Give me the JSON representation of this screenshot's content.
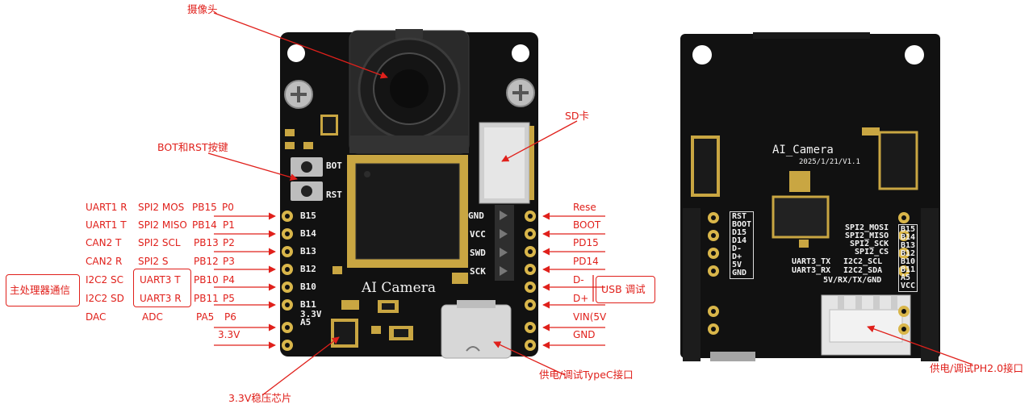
{
  "callouts": {
    "camera": "摄像头",
    "sd_card": "SD卡",
    "boot_rst_keys": "BOT和RST按键",
    "main_processor": "主处理器通信",
    "usb_debug": "USB 调试",
    "regulator": "3.3V稳压芯片",
    "typec": "供电/调试TypeC接口",
    "ph20": "供电/调试PH2.0接口"
  },
  "left_pins": [
    {
      "func1": "UART1 R",
      "func2": "SPI2 MOS",
      "port": "PB15",
      "pin": "P0",
      "silk": "B15"
    },
    {
      "func1": "UART1 T",
      "func2": "SPI2 MISO",
      "port": "PB14",
      "pin": "P1",
      "silk": "B14"
    },
    {
      "func1": "CAN2 T",
      "func2": "SPI2 SCL",
      "port": "PB13",
      "pin": "P2",
      "silk": "B13"
    },
    {
      "func1": "CAN2 R",
      "func2": "SPI2 S",
      "port": "PB12",
      "pin": "P3",
      "silk": "B12"
    },
    {
      "func1": "I2C2 SC",
      "func2": "UART3 T",
      "port": "PB10",
      "pin": "P4",
      "silk": "B10"
    },
    {
      "func1": "I2C2 SD",
      "func2": "UART3 R",
      "port": "PB11",
      "pin": "P5",
      "silk": "B11"
    },
    {
      "func1": "DAC",
      "func2": "ADC",
      "port": "PA5",
      "pin": "P6",
      "silk": "A5"
    },
    {
      "func1": "",
      "func2": "",
      "port": "",
      "pin": "3.3V",
      "silk": "3.3V"
    }
  ],
  "right_pins": [
    "Rese",
    "BOOT",
    "PD15",
    "PD14",
    "D-",
    "D+",
    "VIN(5V",
    "GND"
  ],
  "swd_pins": [
    "GND",
    "VCC",
    "SWD",
    "SCK"
  ],
  "front_silk": {
    "board_name": "AI Camera",
    "bot": "BOT",
    "rst": "RST"
  },
  "back_silk": {
    "board_name": "AI_Camera",
    "date": "2025/1/21/V1.1",
    "left_col": [
      "RST",
      "BOOT",
      "D15",
      "D14",
      "D-",
      "D+",
      "5V",
      "GND"
    ],
    "mid_labels": [
      "SPI2_MOSI",
      "SPI2_MISO",
      "SPI2_SCK",
      "SPI2_CS",
      "I2C2_SCL",
      "I2C2_SDA"
    ],
    "uart_tx": "UART3_TX",
    "uart_rx": "UART3_RX",
    "bottom_row": "5V/RX/TX/GND",
    "right_col": [
      "B15",
      "B14",
      "B13",
      "B12",
      "B10",
      "B11",
      "A5",
      "VCC"
    ]
  },
  "colors": {
    "annotation": "#e0201b",
    "board": "#111111",
    "gold": "#d9b64a"
  }
}
